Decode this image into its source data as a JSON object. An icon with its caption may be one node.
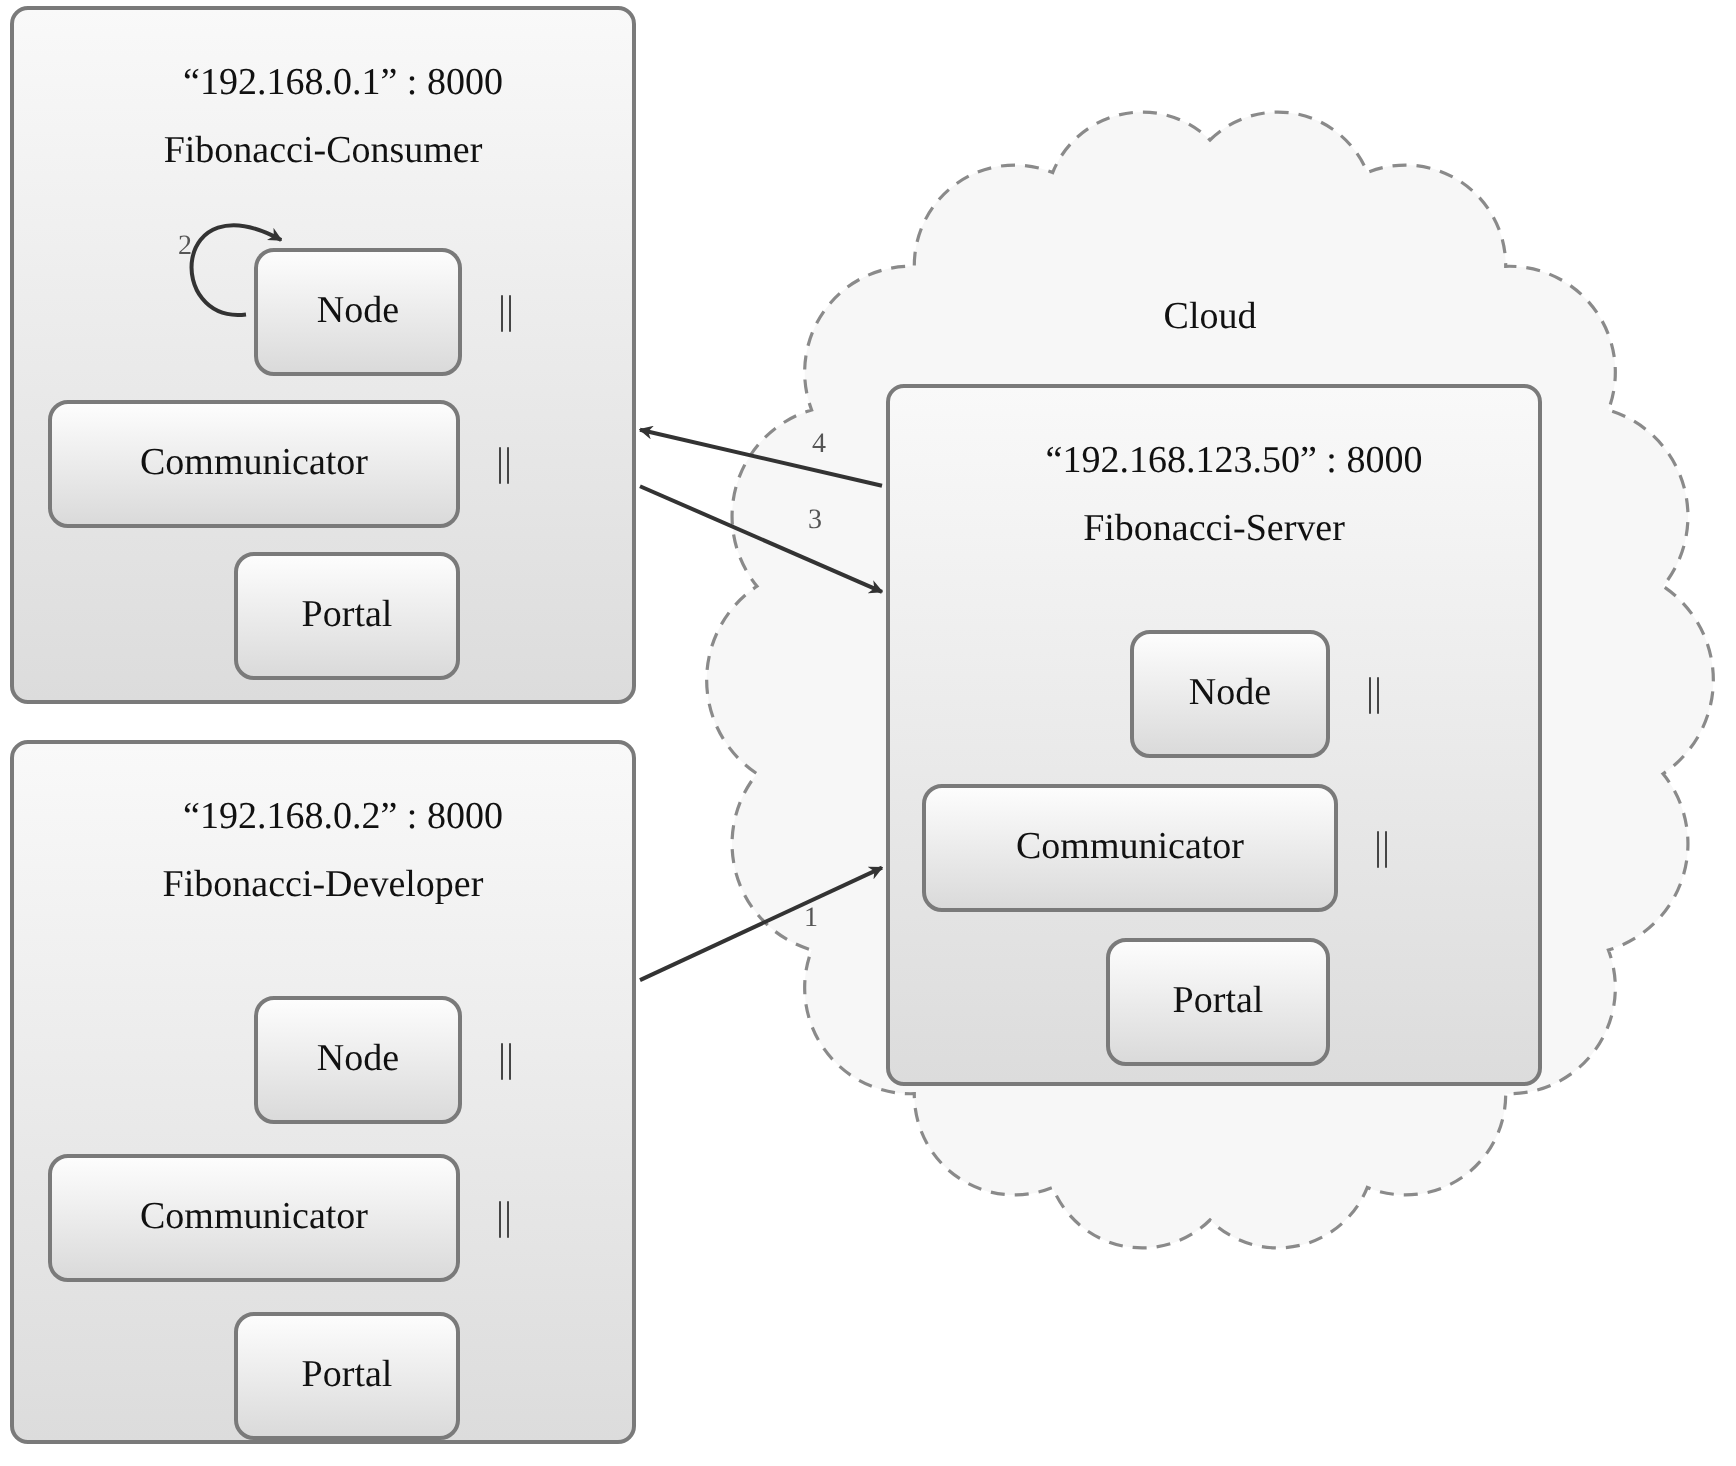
{
  "diagram": {
    "nodes": [
      {
        "text": [
          "“192.168.0.1” : 8000",
          "Fibonacci-Consumer"
        ]
      },
      {
        "text": [
          "Node"
        ],
        "in": 0,
        "beside": [
          "||"
        ]
      },
      {
        "text": [
          "Communicator"
        ],
        "in": 0,
        "beside": [
          "||"
        ]
      },
      {
        "text": [
          "Portal"
        ],
        "in": 0
      },
      {
        "text": [
          "“192.168.0.2” : 8000",
          "Fibonacci-Developer"
        ]
      },
      {
        "text": [
          "Node"
        ],
        "in": 4,
        "beside": [
          "||"
        ]
      },
      {
        "text": [
          "Communicator"
        ],
        "in": 4,
        "beside": [
          "||"
        ]
      },
      {
        "text": [
          "Portal"
        ],
        "in": 4
      },
      {
        "text": [
          "Cloud"
        ]
      },
      {
        "text": [
          "“192.168.123.50” : 8000",
          "Fibonacci-Server"
        ],
        "in": 8
      },
      {
        "text": [
          "Node"
        ],
        "in": 9,
        "beside": [
          "||"
        ]
      },
      {
        "text": [
          "Communicator"
        ],
        "in": 9,
        "beside": [
          "||"
        ]
      },
      {
        "text": [
          "Portal"
        ],
        "in": 9
      }
    ],
    "edges": [
      {
        "from": 4,
        "to": 9,
        "arrow": "to",
        "label": "1"
      },
      {
        "from": 1,
        "to": 1,
        "arrow": "to",
        "label": "2"
      },
      {
        "from": 0,
        "to": 9,
        "arrow": "to",
        "label": "3"
      },
      {
        "from": 9,
        "to": 0,
        "arrow": "to",
        "label": "4"
      }
    ]
  }
}
